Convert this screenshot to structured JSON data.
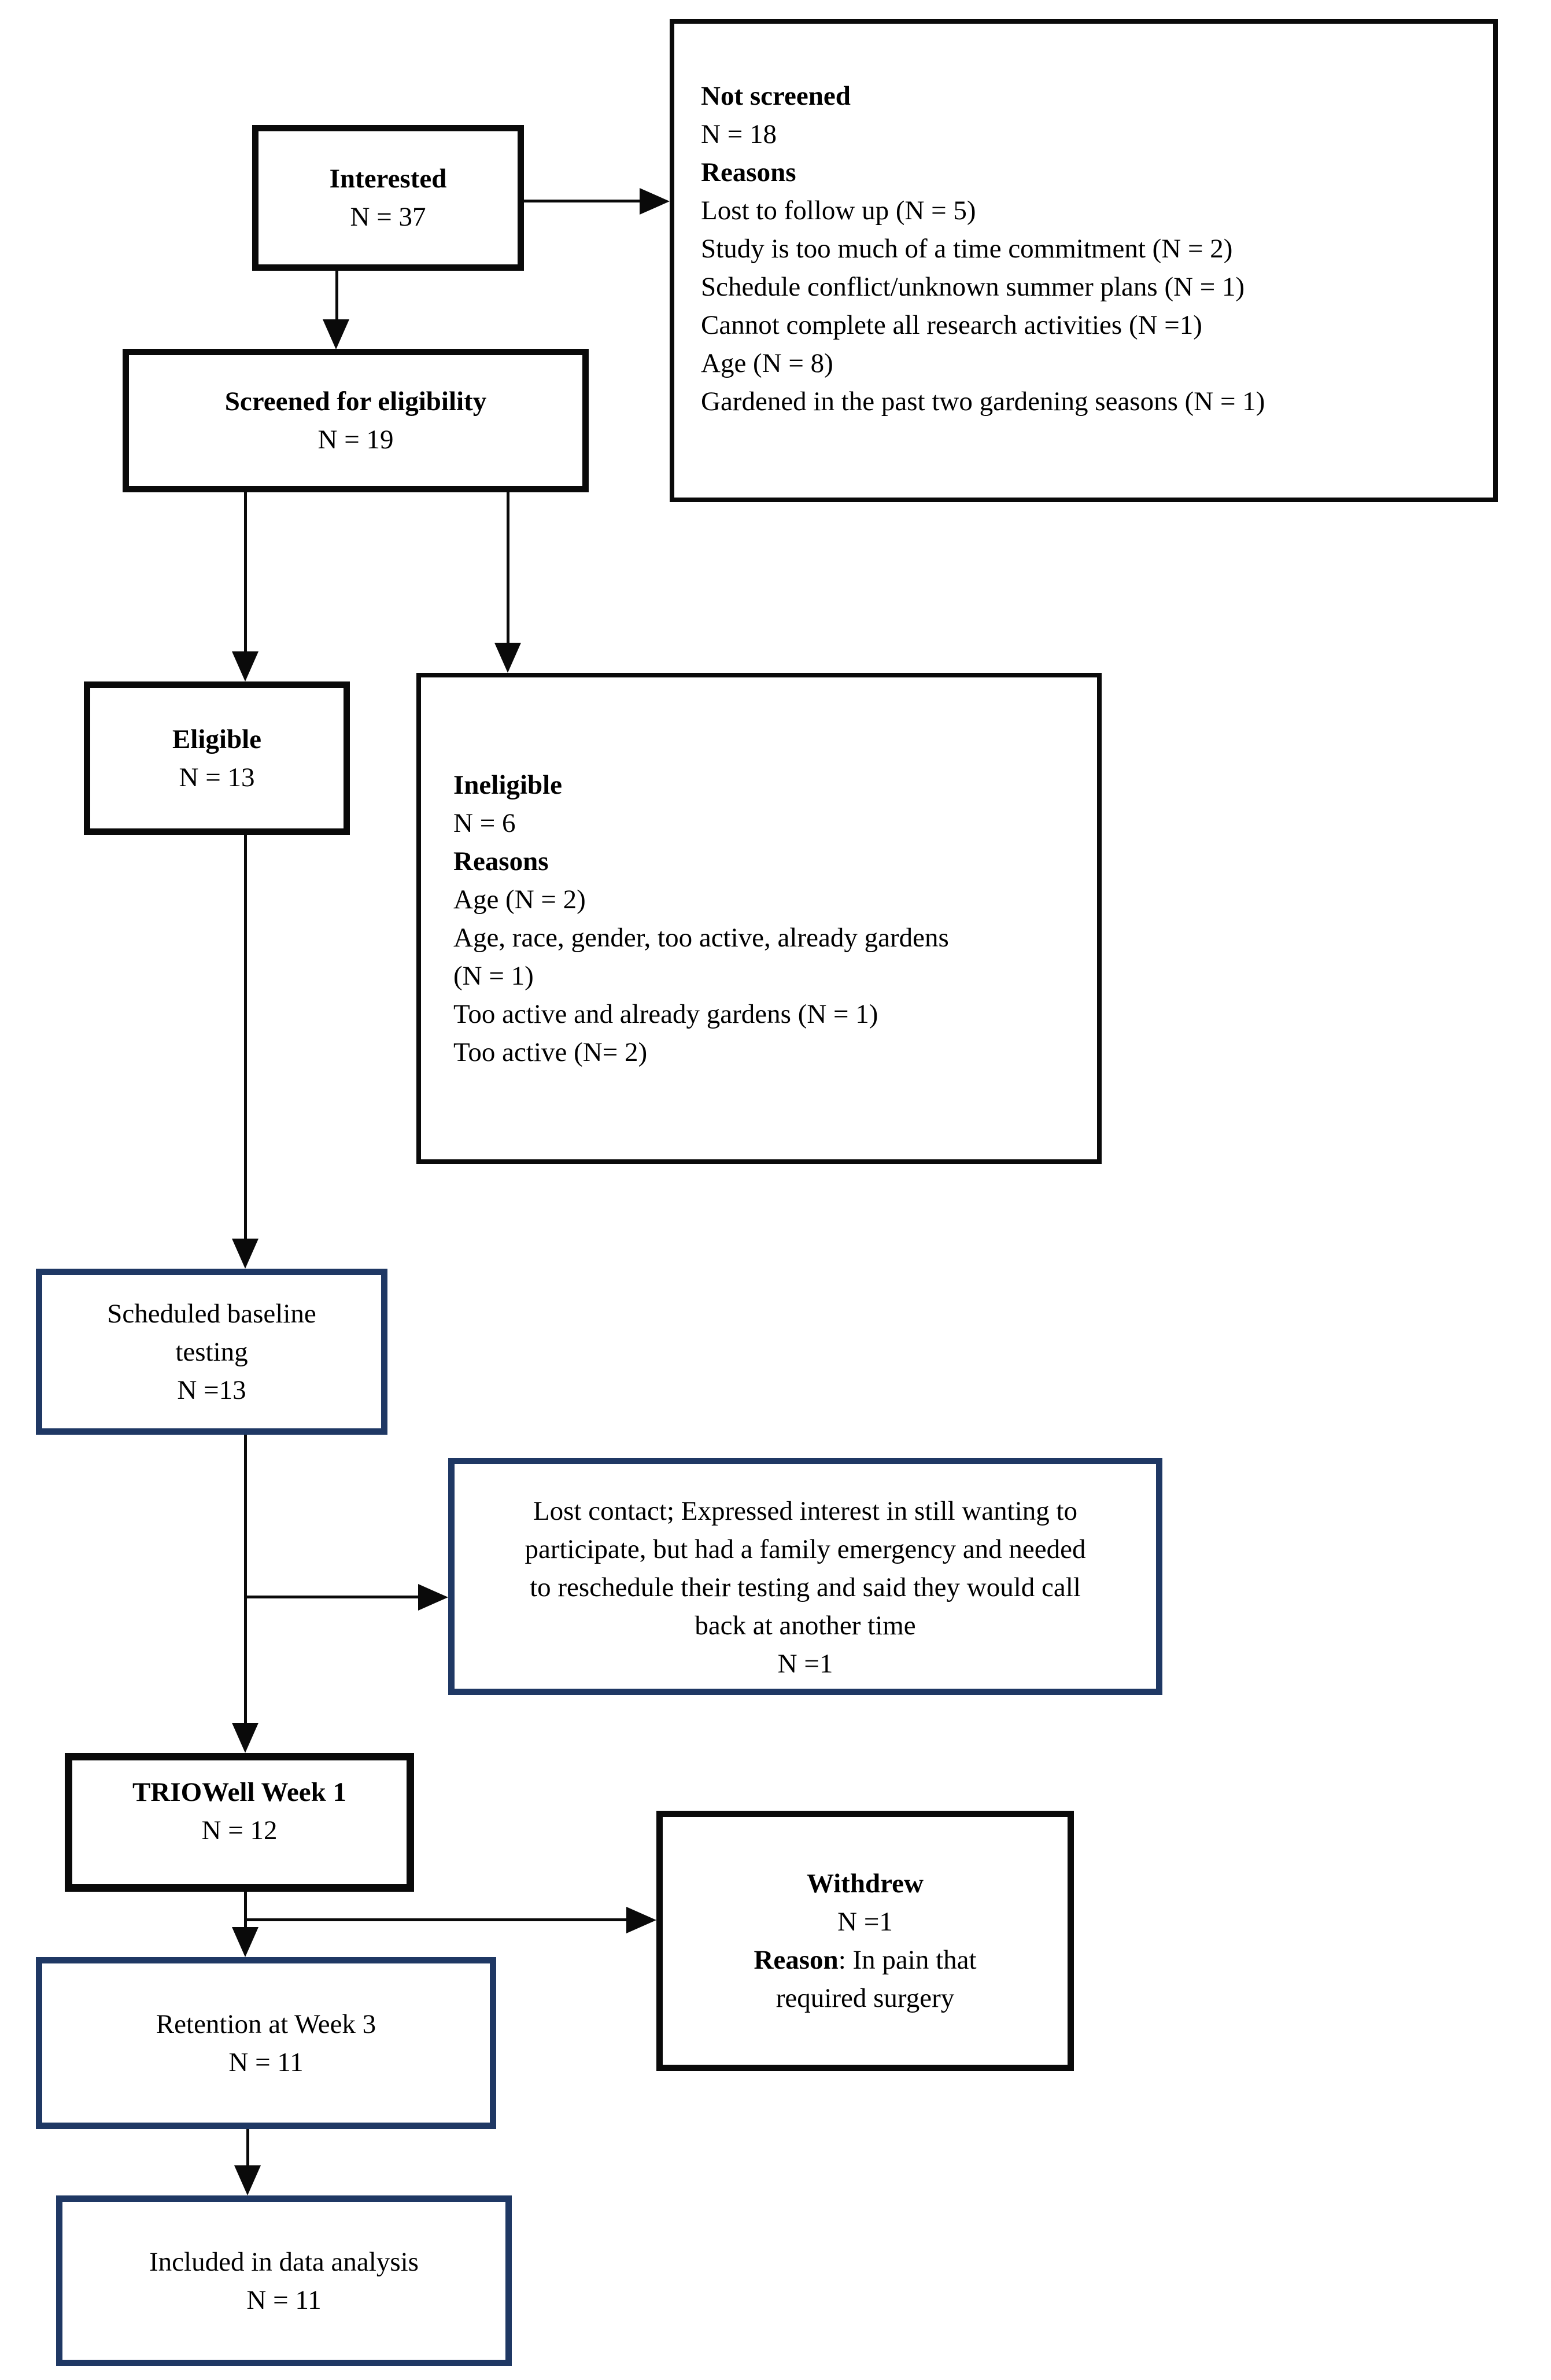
{
  "colors": {
    "box_border_black": "#0a0a0a",
    "box_border_navy": "#1f3864",
    "background": "#ffffff",
    "text": "#000000"
  },
  "boxes": {
    "interested": {
      "title": "Interested",
      "n": "N = 37"
    },
    "not_screened": {
      "lines": [
        "Not screened",
        "N = 18",
        "Reasons",
        "Lost to follow up (N = 5)",
        "Study is too much of a time commitment (N = 2)",
        "Schedule conflict/unknown summer plans (N = 1)",
        "Cannot complete all research activities (N =1)",
        "Age (N = 8)",
        "Gardened in the past two gardening seasons (N = 1)"
      ]
    },
    "screened": {
      "title": "Screened for eligibility",
      "n": "N = 19"
    },
    "eligible": {
      "title": "Eligible",
      "n": "N = 13"
    },
    "ineligible": {
      "lines": [
        "Ineligible",
        "N = 6",
        "Reasons",
        "Age (N = 2)",
        "Age, race, gender, too active, already gardens",
        "(N = 1)",
        "Too active and already gardens (N = 1)",
        "Too active (N= 2)"
      ]
    },
    "scheduled_baseline": {
      "lines": [
        "Scheduled baseline",
        "testing",
        "N =13"
      ]
    },
    "lost_contact": {
      "lines": [
        "Lost contact; Expressed interest in still wanting to",
        "participate, but had a family emergency and needed",
        "to reschedule their testing and said they would call",
        "back at another time",
        "N =1"
      ]
    },
    "triowell": {
      "title": "TRIOWell Week 1",
      "n": "N = 12"
    },
    "withdrew": {
      "title": "Withdrew",
      "n": "N =1",
      "reason_label": "Reason",
      "reason_rest": ": In pain that",
      "reason_line2": "required surgery"
    },
    "retention": {
      "title": "Retention at Week 3",
      "n": "N = 11"
    },
    "included": {
      "title": "Included in data analysis",
      "n": "N = 11"
    }
  }
}
